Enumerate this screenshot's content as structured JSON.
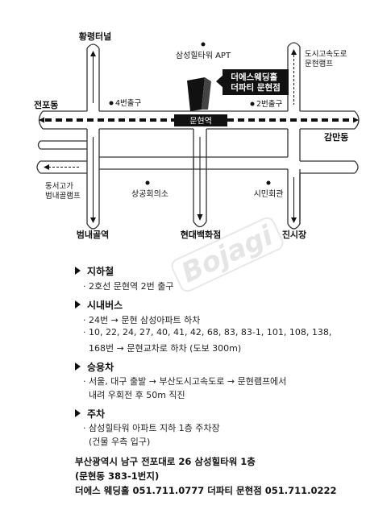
{
  "map": {
    "places": {
      "hwangnyeong_tunnel": "황령터널",
      "samsung_hilltower": "삼성힐타워 APT",
      "urban_expressway_ramp": "도시고속도로\n문현램프",
      "venue_name": "더에스웨딩홀\n더파티 문현점",
      "exit4": "4번출구",
      "exit2": "2번출구",
      "jeonpo": "전포동",
      "munhyeon_station": "문현역",
      "gamman": "감만동",
      "dongseo_overpass": "동서고가\n범내골램프",
      "chamber_of_commerce": "상공회의소",
      "citizens_hall": "시민회관",
      "beomnaegol": "범내골역",
      "hyundai_dept": "현대백화점",
      "jinsijang": "진시장"
    }
  },
  "directions": {
    "subway": {
      "title": "지하철",
      "lines": [
        "· 2호선 문현역 2번 출구"
      ]
    },
    "bus": {
      "title": "시내버스",
      "lines": [
        "· 24번 → 문현 삼성아파트 하차",
        "· 10, 22, 24, 27, 40, 41, 42, 68, 83, 83-1, 101, 108, 138,",
        "168번 → 문현교차로 하차 (도보 300m)"
      ]
    },
    "car": {
      "title": "승용차",
      "lines": [
        "· 서울, 대구 출발 → 부산도시고속도로 → 문현램프에서",
        "내려 우회전 후 50m 직진"
      ]
    },
    "parking": {
      "title": "주차",
      "lines": [
        "· 삼성힐타워 아파트 지하 1층 주차장",
        "(건물 우측 입구)"
      ]
    }
  },
  "address": {
    "line1": "부산광역시 남구 전포대로 26 삼성힐타워 1층",
    "line2": "(문현동 383-1번지)",
    "line3": "더에스 웨딩홀 051.711.0777 더파티 문현점 051.711.0222"
  },
  "watermark": "Bojagi"
}
